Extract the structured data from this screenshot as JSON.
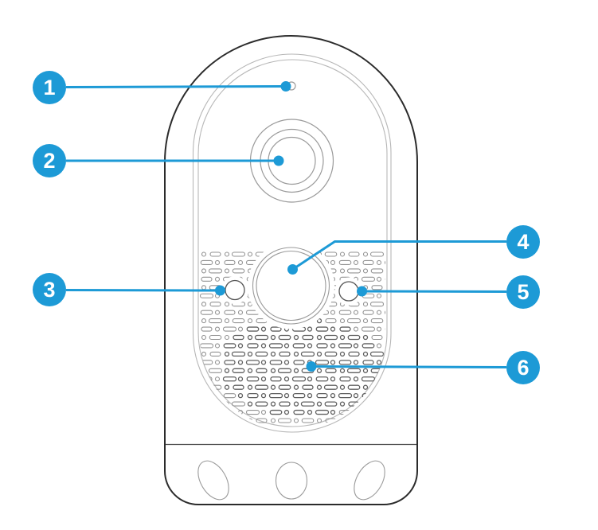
{
  "callouts": [
    {
      "label": "1"
    },
    {
      "label": "2"
    },
    {
      "label": "3"
    },
    {
      "label": "4"
    },
    {
      "label": "5"
    },
    {
      "label": "6"
    }
  ],
  "colors": {
    "accent": "#1d9ad6",
    "outline": "#2b2b2b",
    "plate": "#b7b7b7",
    "detail": "#9a9a9a",
    "holes": "#939393",
    "holes_dark": "#606060",
    "button": "#555555",
    "divider": "#4a4a4a"
  }
}
